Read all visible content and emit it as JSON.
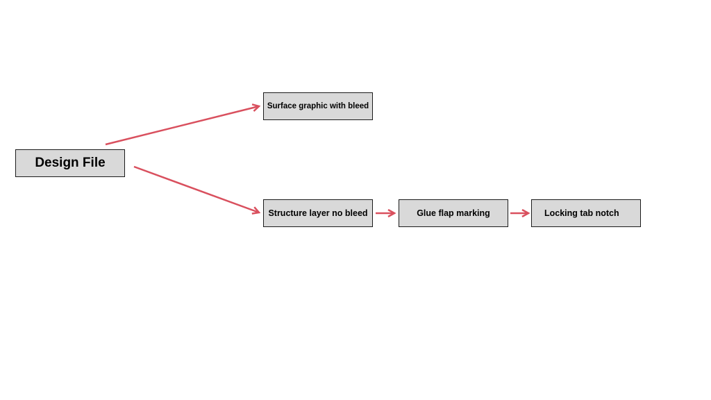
{
  "diagram": {
    "nodes": {
      "design_file": "Design File",
      "surface_graphic": "Surface graphic with bleed",
      "structure_layer": "Structure layer no bleed",
      "glue_flap": "Glue flap marking",
      "locking_tab": "Locking tab notch"
    },
    "edges": [
      {
        "from": "design_file",
        "to": "surface_graphic"
      },
      {
        "from": "design_file",
        "to": "structure_layer"
      },
      {
        "from": "structure_layer",
        "to": "glue_flap"
      },
      {
        "from": "glue_flap",
        "to": "locking_tab"
      }
    ],
    "colors": {
      "node_fill": "#d9d9d9",
      "node_border": "#1a1a1a",
      "arrow": "#d9505e"
    }
  }
}
